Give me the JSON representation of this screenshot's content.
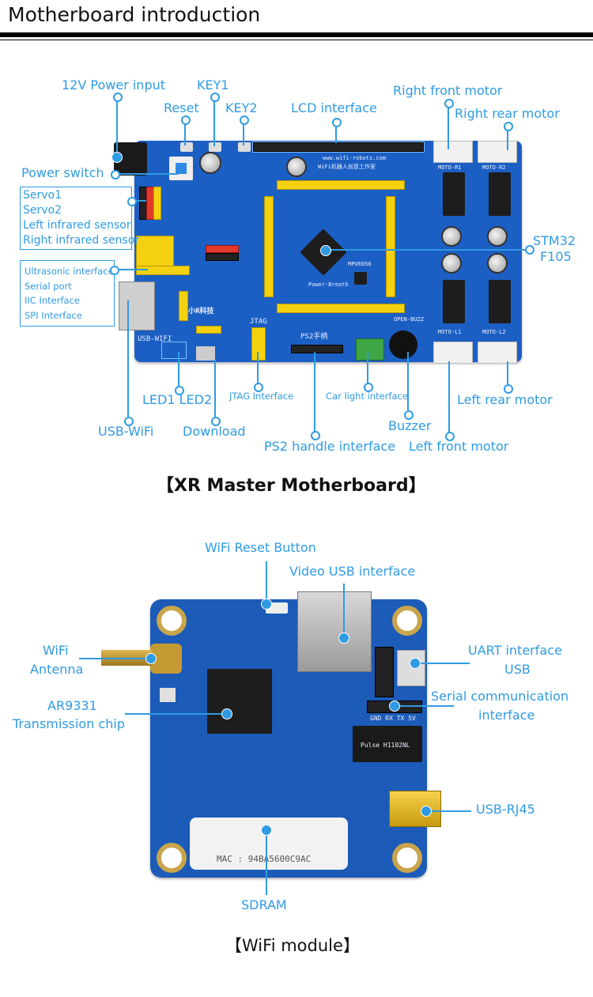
{
  "header": {
    "title": "Motherboard introduction"
  },
  "motherboard": {
    "caption": "【XR Master Motherboard】",
    "labels": {
      "power_input": "12V Power input",
      "reset": "Reset",
      "key1": "KEY1",
      "key2": "KEY2",
      "lcd": "LCD interface",
      "right_front_motor": "Right front motor",
      "right_rear_motor": "Right rear motor",
      "power_switch": "Power switch",
      "servo_group": [
        "Servo1",
        "Servo2",
        "Left infrared sensor",
        "Right infrared sensor"
      ],
      "interface_group": [
        "Ultrasonic interface",
        "Serial port",
        "IIC  Interface",
        "SPI  Interface"
      ],
      "stm32": "STM32\nF105",
      "stm32_line1": "STM32",
      "stm32_line2": "F105",
      "led": "LED1 LED2",
      "jtag": "JTAG Interface",
      "car_light": "Car light interface",
      "left_rear_motor": "Left rear motor",
      "usb_wifi": "USB-WiFi",
      "download": "Download",
      "buzzer": "Buzzer",
      "ps2": "PS2 handle interface",
      "left_front_motor": "Left front motor"
    },
    "silkscreen": {
      "url": "www.wifi-robots.com",
      "studio": "WiFi机器人创意工作室",
      "moto_r1": "MOTO-R1",
      "moto_r2": "MOTO-R2",
      "moto_l1": "MOTO-L1",
      "moto_l2": "MOTO-L2",
      "jtag": "JTAG",
      "ps2": "PS2手柄",
      "usb_wifi": "USB-WIFI",
      "mpu": "MPU6050",
      "power_breath": "Power-Breath",
      "brand": "小R科技",
      "buzzer_jumper": "OPEN-BUZZ"
    }
  },
  "wifi_module": {
    "caption": "【WiFi module】",
    "labels": {
      "reset_button": "WiFi Reset Button",
      "video_usb": "Video USB interface",
      "antenna_line1": "WiFi",
      "antenna_line2": "Antenna",
      "uart_line1": "UART interface",
      "uart_line2": "USB",
      "chip_line1": "AR9331",
      "chip_line2": "Transmission chip",
      "serial_line1": "Serial communication",
      "serial_line2": "interface",
      "usb_rj45": "USB-RJ45",
      "sdram": "SDRAM"
    },
    "silkscreen": {
      "mac": "MAC : 94BA5600C9AC",
      "serial_pins": "GND RX  TX  5V",
      "magnetics": "Pulse H1102NL"
    }
  },
  "colors": {
    "accent": "#2f9be3",
    "pcb_blue": "#1c5fc4",
    "header_yellow": "#f5d10f"
  }
}
